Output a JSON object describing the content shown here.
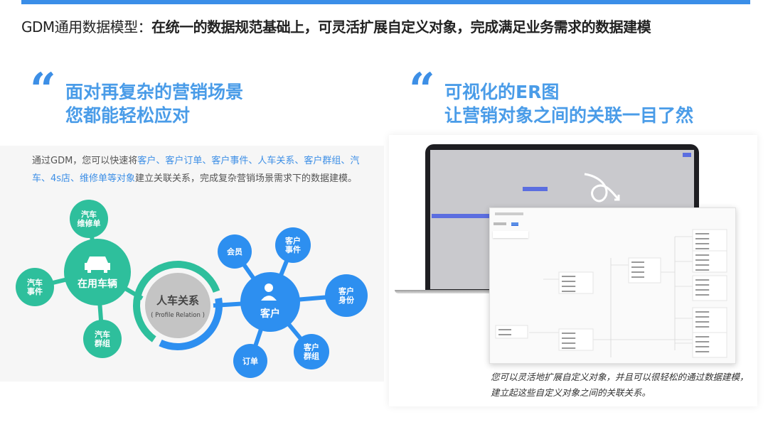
{
  "header": {
    "title_prefix": "GDM通用数据模型：",
    "title_bold": "在统一的数据规范基础上，可灵活扩展自定义对象，完成满足业务需求的数据建模"
  },
  "left": {
    "quote_mark": "“",
    "headline_line1": "面对再复杂的营销场景",
    "headline_line2": "您都能轻松应对",
    "paragraph": {
      "intro": "通过GDM，您可以快速将",
      "highlight": "客户、客户订单、客户事件、人车关系、客户群组、汽车、4s店、维修单等对象",
      "outro": "建立关联关系，完成复杂营销场景需求下的数据建模。"
    },
    "diagram": {
      "vehicle_hub": "在用车辆",
      "vehicle_nodes": [
        "汽车\n维修单",
        "汽车\n事件",
        "汽车\n群组"
      ],
      "center_title": "人车关系",
      "center_subtitle": "( Profile Relation )",
      "customer_hub": "客户",
      "customer_nodes": [
        "会员",
        "客户\n事件",
        "客户\n身份",
        "订单",
        "客户\n群组"
      ],
      "colors": {
        "teal": "#2ebf9c",
        "blue": "#2d8ff0",
        "gray": "#c4c4c4"
      }
    }
  },
  "right": {
    "quote_mark": "“",
    "headline_line1": "可视化的ER图",
    "headline_line2": "让营销对象之间的关联一目了然",
    "caption_line1": "您可以灵活地扩展自定义对象，并且可以很轻松的通过数据建模，",
    "caption_line2": "建立起这些自定义对象之间的关联关系。"
  }
}
